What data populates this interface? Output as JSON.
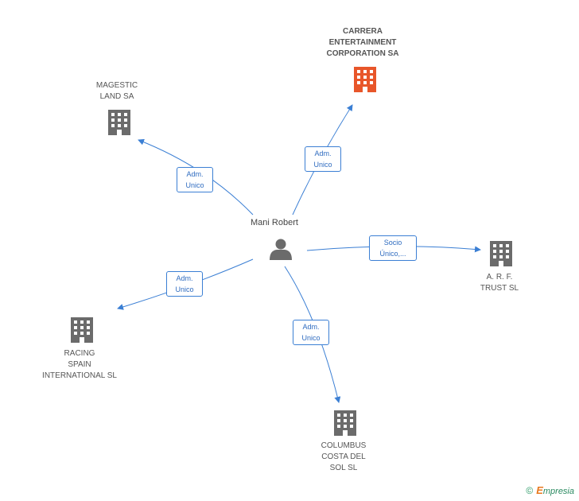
{
  "center": {
    "label": "Mani Robert",
    "icon": "person-icon",
    "color": "#6b6b6b"
  },
  "nodes": {
    "carrera": {
      "lines": [
        "CARRERA",
        "ENTERTAINMENT",
        "CORPORATION SA"
      ],
      "icon": "building-icon",
      "color": "#e8562a"
    },
    "magestic": {
      "lines": [
        "MAGESTIC",
        "LAND SA"
      ],
      "icon": "building-icon",
      "color": "#6b6b6b"
    },
    "arf": {
      "lines": [
        "A.  R. F.",
        "TRUST SL"
      ],
      "icon": "building-icon",
      "color": "#6b6b6b"
    },
    "racing": {
      "lines": [
        "RACING",
        "SPAIN",
        "INTERNATIONAL SL"
      ],
      "icon": "building-icon",
      "color": "#6b6b6b"
    },
    "columbus": {
      "lines": [
        "COLUMBUS",
        "COSTA DEL",
        "SOL SL"
      ],
      "icon": "building-icon",
      "color": "#6b6b6b"
    }
  },
  "edges": {
    "carrera": [
      "Adm.",
      "Unico"
    ],
    "magestic": [
      "Adm.",
      "Unico"
    ],
    "arf": [
      "Socio",
      "Único,..."
    ],
    "racing": [
      "Adm.",
      "Unico"
    ],
    "columbus": [
      "Adm.",
      "Unico"
    ]
  },
  "edge_color": "#3b7fd4",
  "footer": {
    "copyright": "©",
    "brand_initial": "E",
    "brand_rest": "mpresia"
  }
}
